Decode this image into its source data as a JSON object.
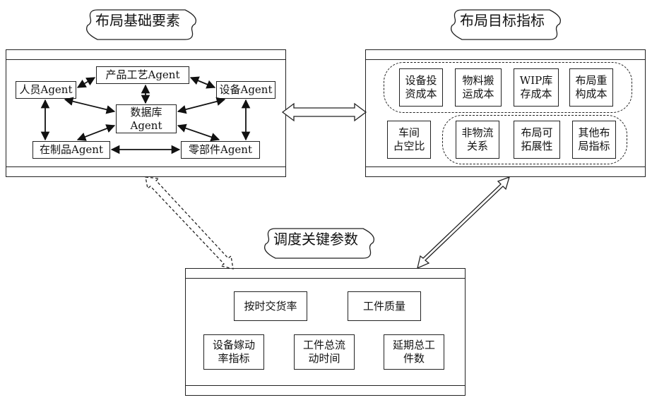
{
  "titles": {
    "basic": "布局基础要素",
    "target": "布局目标指标",
    "schedule": "调度关键参数"
  },
  "basic_panel": {
    "agents": {
      "person": "人员Agent",
      "process": "产品工艺Agent",
      "equipment": "设备Agent",
      "database": "数据库\nAgent",
      "wip": "在制品Agent",
      "parts": "零部件Agent"
    }
  },
  "target_panel": {
    "cost_items": [
      "设备投\n资成本",
      "物料搬\n运成本",
      "WIP库\n存成本",
      "布局重\n构成本"
    ],
    "workshop_area": "车间\n占空比",
    "other_items": [
      "非物流\n关系",
      "布局可\n拓展性",
      "其他布\n局指标"
    ]
  },
  "schedule_panel": {
    "items": {
      "on_time": "按时交货率",
      "quality": "工件质量",
      "utilization": "设备嫁动\n率指标",
      "flow_time": "工件总流\n动时间",
      "delay": "延期总工\n件数"
    }
  }
}
